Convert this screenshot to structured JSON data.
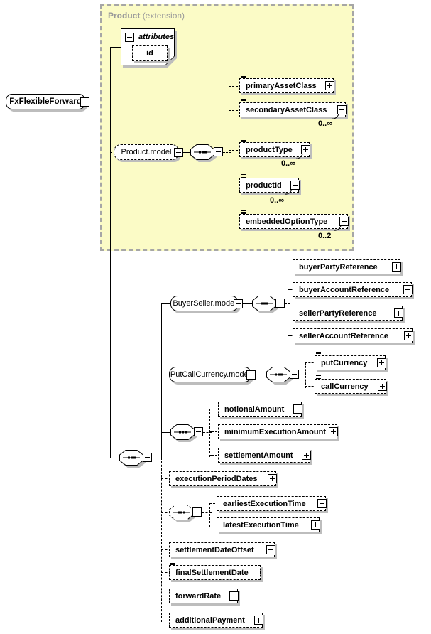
{
  "colors": {
    "region_fill": "#fbfbc6",
    "region_border": "#a6a6a6",
    "shadow": "#bdbdbd",
    "muted_label": "#9a9a9a",
    "node_fill": "#ffffff",
    "line": "#000000"
  },
  "icons": {
    "collapse": "minus-box",
    "expand": "plus-box",
    "sequence": "octagon-with-dots",
    "simple_content": "triple-line",
    "repeat": "corner-curl"
  },
  "container": {
    "name": "Product",
    "qualifier": "(extension)"
  },
  "root": {
    "label": "FxFlexibleForward"
  },
  "attributes": {
    "title": "attributes",
    "id_label": "id"
  },
  "product_model": {
    "label": "Product.model",
    "children": [
      {
        "label": "primaryAssetClass",
        "cardinality": ""
      },
      {
        "label": "secondaryAssetClass",
        "cardinality": "0..∞"
      },
      {
        "label": "productType",
        "cardinality": "0..∞"
      },
      {
        "label": "productId",
        "cardinality": "0..∞"
      },
      {
        "label": "embeddedOptionType",
        "cardinality": "0..2"
      }
    ]
  },
  "buyer_seller_model": {
    "label": "BuyerSeller.model",
    "children": [
      {
        "label": "buyerPartyReference"
      },
      {
        "label": "buyerAccountReference"
      },
      {
        "label": "sellerPartyReference"
      },
      {
        "label": "sellerAccountReference"
      }
    ]
  },
  "put_call_model": {
    "label": "PutCallCurrency.model",
    "children": [
      {
        "label": "putCurrency"
      },
      {
        "label": "callCurrency"
      }
    ]
  },
  "amounts_group": {
    "children": [
      {
        "label": "notionalAmount"
      },
      {
        "label": "minimumExecutionAmount"
      },
      {
        "label": "settlementAmount"
      }
    ]
  },
  "times_group": {
    "children": [
      {
        "label": "earliestExecutionTime"
      },
      {
        "label": "latestExecutionTime"
      }
    ]
  },
  "main_children": [
    {
      "label": "executionPeriodDates"
    },
    {
      "label": "settlementDateOffset"
    },
    {
      "label": "finalSettlementDate"
    },
    {
      "label": "forwardRate"
    },
    {
      "label": "additionalPayment"
    }
  ]
}
